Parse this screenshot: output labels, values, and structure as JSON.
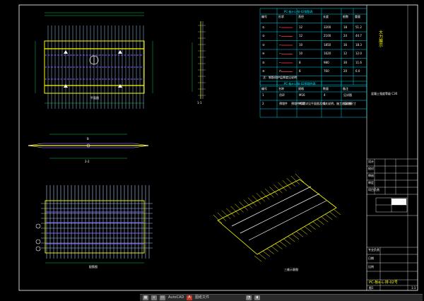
{
  "title_block": {
    "project_vertical": [
      "大",
      "力",
      "展",
      "示"
    ],
    "drawing_no": "PC-板e-L-排-02号",
    "sheet": "图1",
    "scale": "1:1"
  },
  "labels": {
    "plan_top": "平面图",
    "section_a": "1-1",
    "section_b": "2-2",
    "plan_bottom": "配筋图",
    "iso": "三维示意图",
    "section_mark": "B"
  },
  "table1": {
    "title": "PC-板e-L-排-02钢筋表",
    "headers": [
      "编号",
      "形状",
      "直径",
      "长度",
      "根数",
      "重量"
    ],
    "rows": [
      [
        "①",
        "─",
        "12",
        "3200",
        "18",
        "51.2"
      ],
      [
        "②",
        "─",
        "12",
        "2100",
        "24",
        "44.7"
      ],
      [
        "③",
        "⌐",
        "10",
        "1850",
        "16",
        "18.3"
      ],
      [
        "④",
        "⌐",
        "10",
        "1620",
        "12",
        "12.0"
      ],
      [
        "⑤",
        "─",
        "8",
        "980",
        "30",
        "11.6"
      ],
      [
        "⑥",
        "⊓",
        "8",
        "760",
        "20",
        "6.0"
      ]
    ],
    "note": "注：钢筋保护层厚度见说明"
  },
  "table2": {
    "title": "PC-板e-L-排-02预埋件表",
    "headers": [
      "编号",
      "名称",
      "规格",
      "数量",
      "备注"
    ],
    "rows": [
      [
        "1",
        "吊环",
        "M16",
        "4",
        "见详图"
      ],
      [
        "2",
        "预埋件",
        "M12",
        "6",
        "见详图"
      ]
    ],
    "note": "预埋件位置详见平面图及相关说明，施工前复核尺寸"
  },
  "side_note": "混凝土强度等级 C30",
  "tb_rows": [
    "设计",
    "校对",
    "审核",
    "审定",
    "项目负责",
    "专业负责",
    "日期",
    "比例"
  ],
  "taskbar": {
    "app1": "AutoCAD",
    "app2": "图纸文件"
  },
  "colors": {
    "frame": "#ffffff",
    "rebar_main": "#ffff00",
    "rebar_dist": "#aaccff",
    "purple_line": "#8a5cff",
    "table_line": "#00e5ff",
    "dimension": "#00ff66"
  }
}
